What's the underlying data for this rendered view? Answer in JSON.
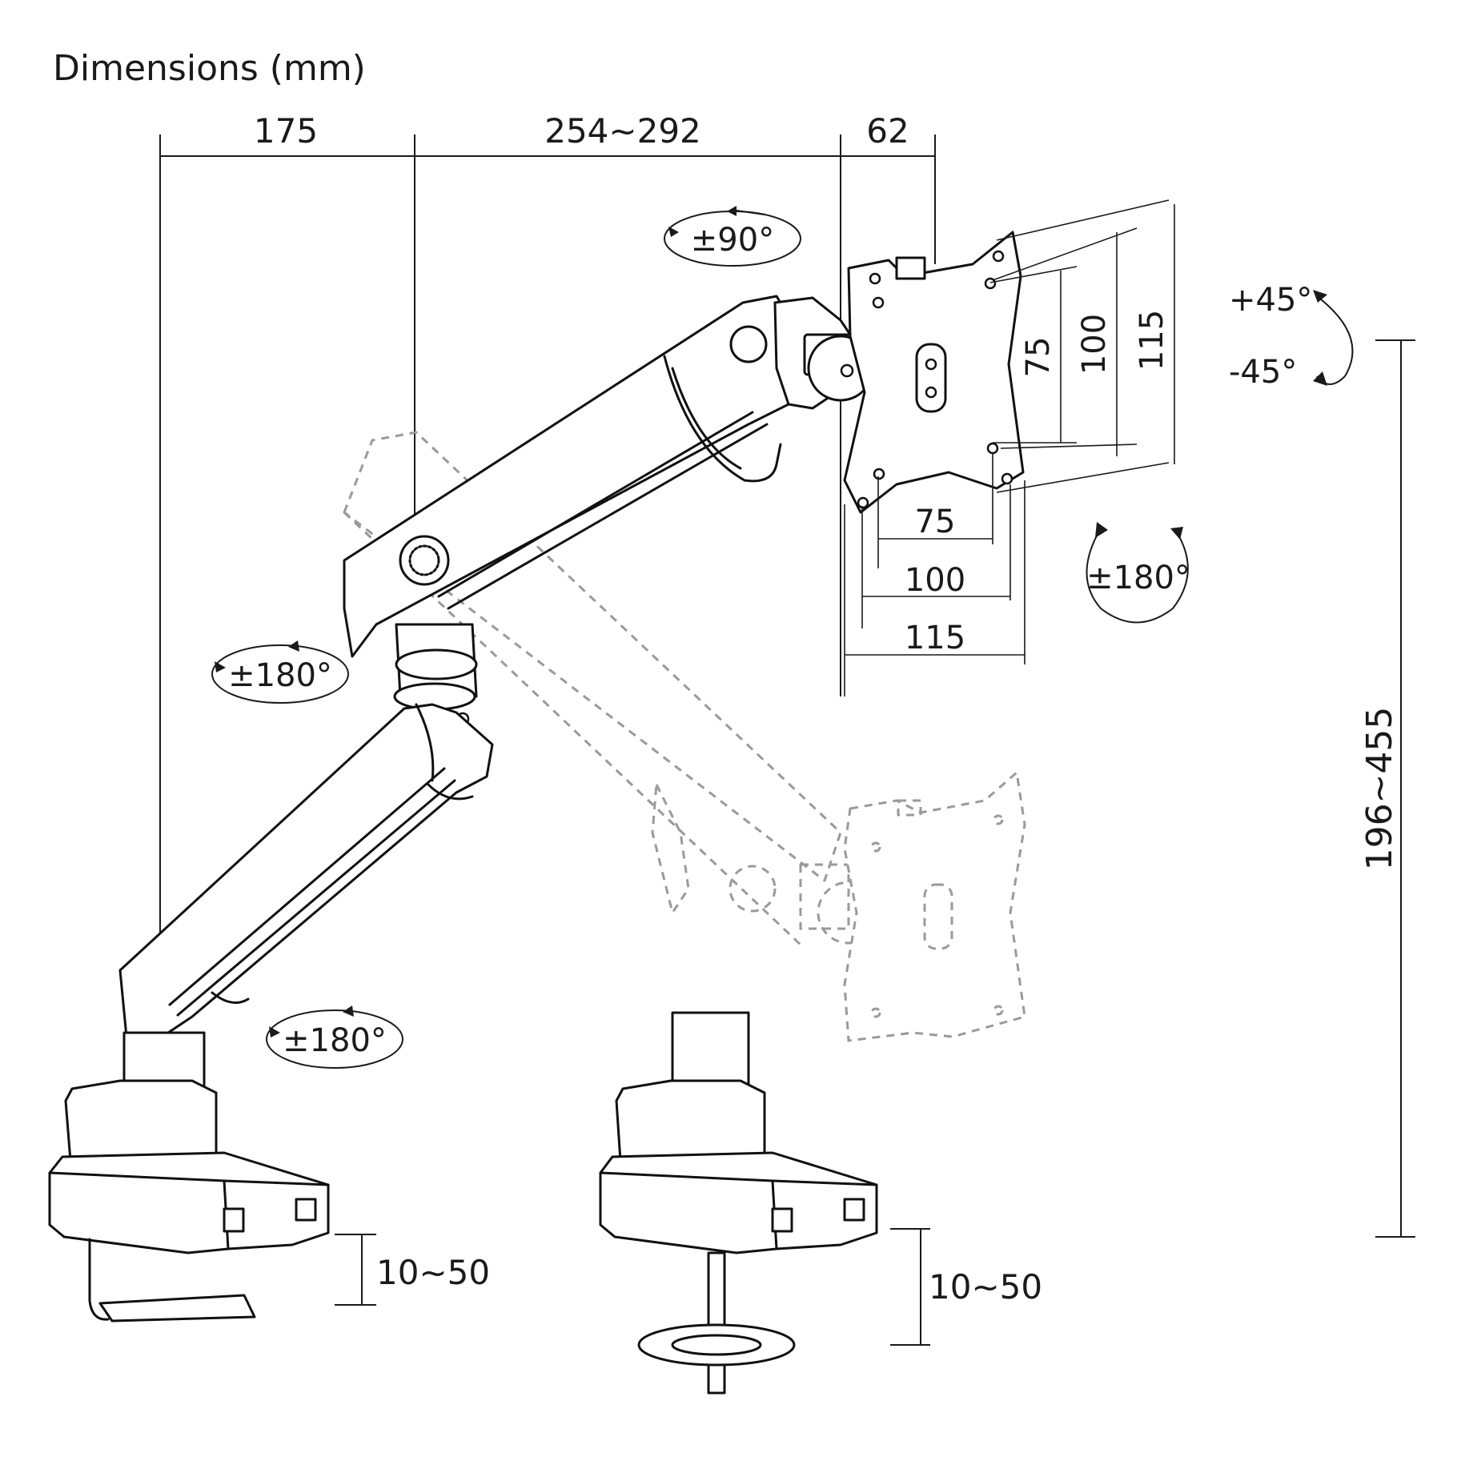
{
  "title": "Dimensions (mm)",
  "dimensions": {
    "base_to_pole": "175",
    "arm_reach": "254~292",
    "head_depth": "62",
    "vesa_h_75": "75",
    "vesa_h_100": "100",
    "vesa_h_115": "115",
    "vesa_v_75": "75",
    "vesa_v_100": "100",
    "vesa_v_115": "115",
    "height_range": "196~455",
    "clamp_thickness": "10~50",
    "grommet_thickness": "10~50"
  },
  "rotations": {
    "head_swivel": "±90°",
    "tilt_up": "+45°",
    "tilt_down": "-45°",
    "screen_rotation": "±180°",
    "elbow_swivel": "±180°",
    "base_swivel": "±180°"
  },
  "colors": {
    "line": "#111111",
    "ghost": "#9a9a9a",
    "background": "#ffffff"
  }
}
